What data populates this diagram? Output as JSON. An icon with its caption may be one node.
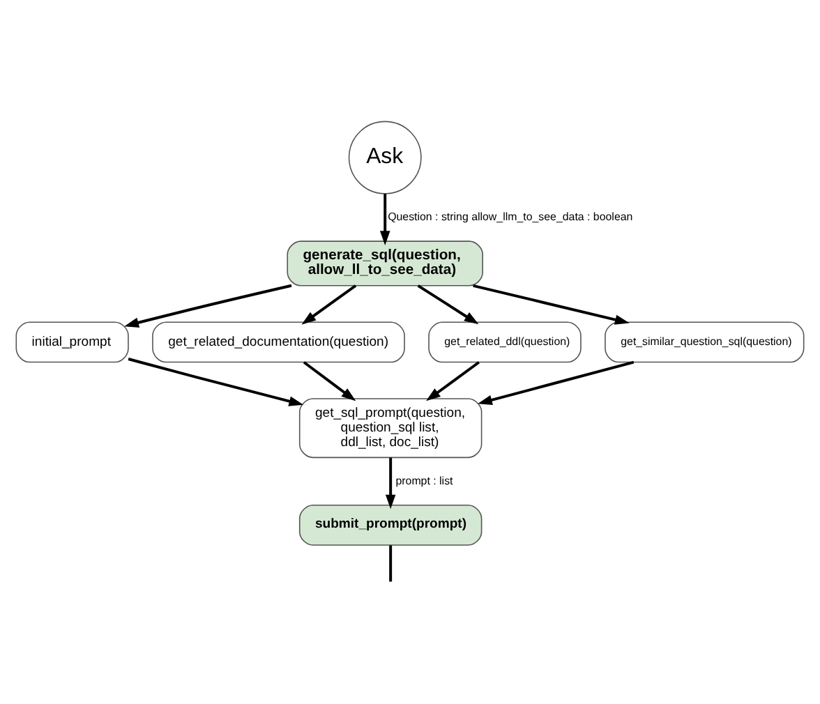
{
  "diagram": {
    "nodes": [
      {
        "text": [
          "Ask"
        ]
      },
      {
        "text": [
          "generate_sql(question, allow_ll_to_see_data)"
        ]
      },
      {
        "text": [
          "initial_prompt"
        ]
      },
      {
        "text": [
          "get_related_documentation(question)"
        ]
      },
      {
        "text": [
          "get_related_ddl(question)"
        ]
      },
      {
        "text": [
          "get_similar_question_sql(question)"
        ]
      },
      {
        "text": [
          "get_sql_prompt(question, question_sql list, ddl_list, doc_list)"
        ]
      },
      {
        "text": [
          "submit_prompt(prompt)"
        ]
      }
    ],
    "edges": [
      {
        "from": 0,
        "to": 1,
        "arrow": "to",
        "label": "Question : string allow_llm_to_see_data : boolean"
      },
      {
        "from": 1,
        "to": 2,
        "arrow": "to"
      },
      {
        "from": 1,
        "to": 3,
        "arrow": "to"
      },
      {
        "from": 1,
        "to": 4,
        "arrow": "to"
      },
      {
        "from": 1,
        "to": 5,
        "arrow": "to"
      },
      {
        "from": 2,
        "to": 6,
        "arrow": "to"
      },
      {
        "from": 3,
        "to": 6,
        "arrow": "to"
      },
      {
        "from": 4,
        "to": 6,
        "arrow": "to"
      },
      {
        "from": 5,
        "to": 6,
        "arrow": "to"
      },
      {
        "from": 6,
        "to": 7,
        "arrow": "to",
        "label": "prompt : list"
      },
      {
        "from": 7,
        "to": null,
        "arrow": "none"
      }
    ]
  }
}
